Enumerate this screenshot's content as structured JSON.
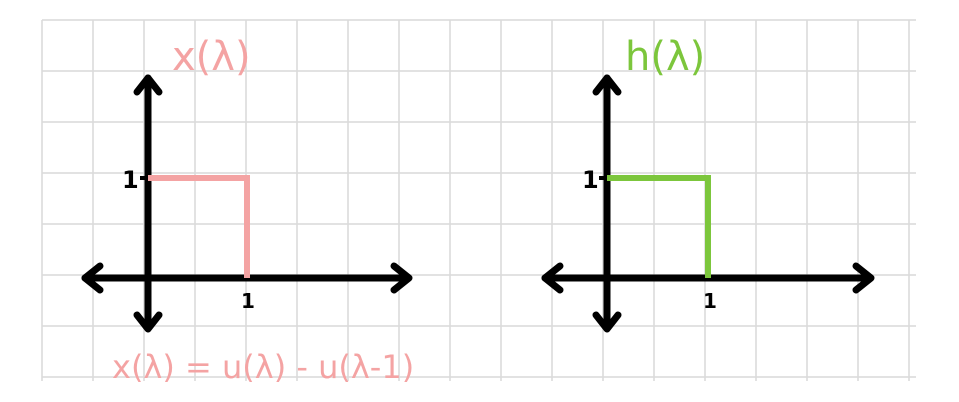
{
  "colors": {
    "grid": "#d9d9d9",
    "axis": "#000000",
    "x_signal": "#f4a3a3",
    "h_signal": "#7cc63c"
  },
  "left_plot": {
    "title": "x(λ)",
    "y_tick": "1",
    "x_tick": "1",
    "equation": "x(λ) = u(λ) - u(λ-1)"
  },
  "right_plot": {
    "title": "h(λ)",
    "y_tick": "1",
    "x_tick": "1"
  },
  "chart_data": [
    {
      "type": "line",
      "x": [
        0,
        1,
        1
      ],
      "y": [
        1,
        1,
        0
      ]
    },
    {
      "type": "line",
      "x": [
        0,
        1,
        1
      ],
      "y": [
        1,
        1,
        0
      ]
    }
  ]
}
